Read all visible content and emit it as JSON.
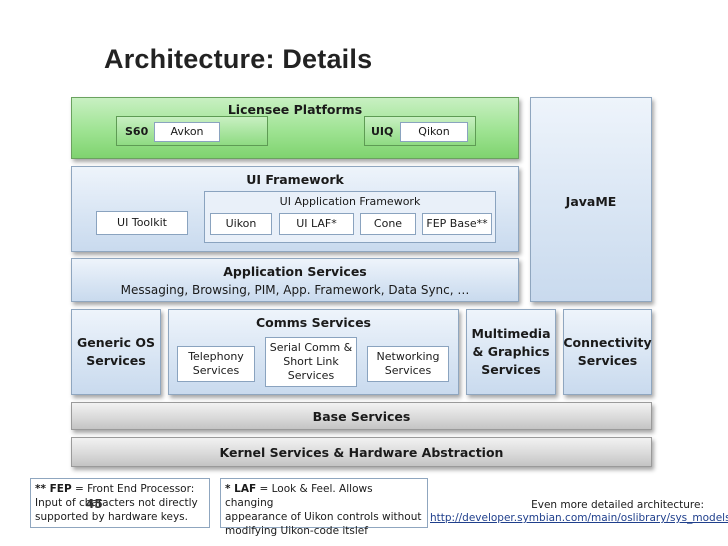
{
  "title": "Architecture: Details",
  "licensee": {
    "title": "Licensee Platforms",
    "s60": "S60",
    "avkon": "Avkon",
    "uiq": "UIQ",
    "qikon": "Qikon"
  },
  "javame": "JavaME",
  "ui_framework": {
    "title": "UI Framework",
    "app_framework": "UI Application Framework",
    "toolkit": "UI Toolkit",
    "uikon": "Uikon",
    "ui_laf": "UI LAF*",
    "cone": "Cone",
    "fep_base": "FEP Base**"
  },
  "app_services": {
    "title": "Application Services",
    "subtitle": "Messaging, Browsing, PIM, App. Framework, Data Sync, …"
  },
  "generic_os": {
    "line1": "Generic OS",
    "line2": "Services"
  },
  "comms": {
    "title": "Comms Services",
    "telephony": [
      "Telephony",
      "Services"
    ],
    "serial": [
      "Serial Comm &",
      "Short Link",
      "Services"
    ],
    "networking": [
      "Networking",
      "Services"
    ]
  },
  "multimedia": [
    "Multimedia",
    "& Graphics",
    "Services"
  ],
  "connectivity": [
    "Connectivity",
    "Services"
  ],
  "base_services": "Base Services",
  "kernel": "Kernel Services & Hardware Abstraction",
  "notes": {
    "fep_term": "** FEP",
    "fep_text1": " = Front End Processor:",
    "fep_text2": "Input of characters not directly",
    "fep_text3": "supported by hardware keys.",
    "page_number": "45",
    "laf_term": "* LAF",
    "laf_text1": " = Look & Feel. Allows changing",
    "laf_text2": "appearance of Uikon controls without",
    "laf_text3": "modifying Uikon-code itslef"
  },
  "more": {
    "label": "Even more detailed architecture:",
    "url": "http://developer.symbian.com/main/oslibrary/sys_models/"
  }
}
